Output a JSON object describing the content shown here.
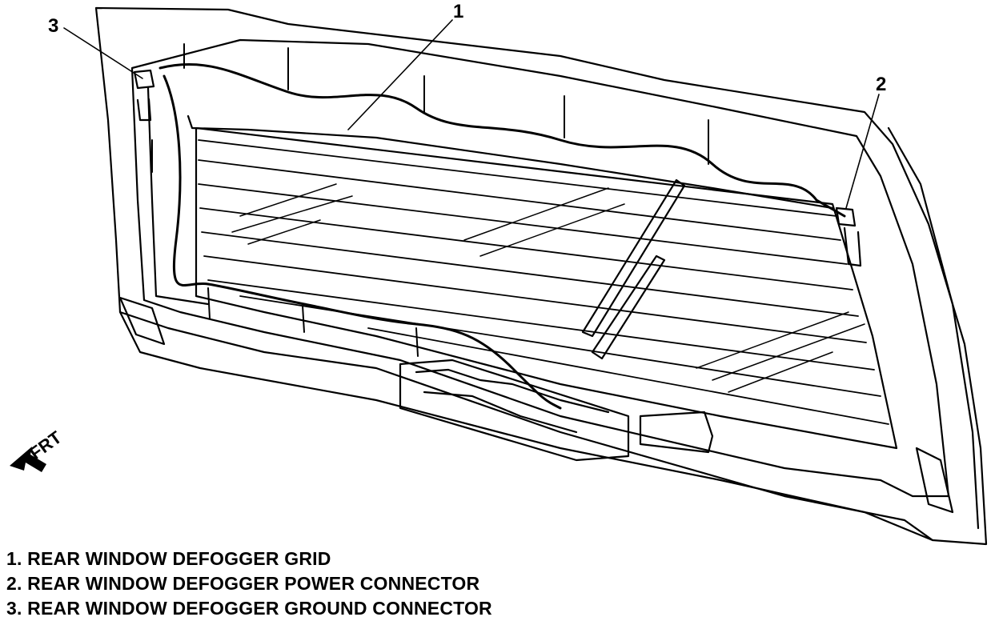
{
  "callouts": {
    "one": "1",
    "two": "2",
    "three": "3"
  },
  "direction_label": "FRT",
  "legend": [
    "1. REAR WINDOW DEFOGGER GRID",
    "2. REAR WINDOW DEFOGGER POWER CONNECTOR",
    "3. REAR WINDOW DEFOGGER GROUND CONNECTOR"
  ],
  "colors": {
    "line": "#000000",
    "background": "#ffffff"
  }
}
